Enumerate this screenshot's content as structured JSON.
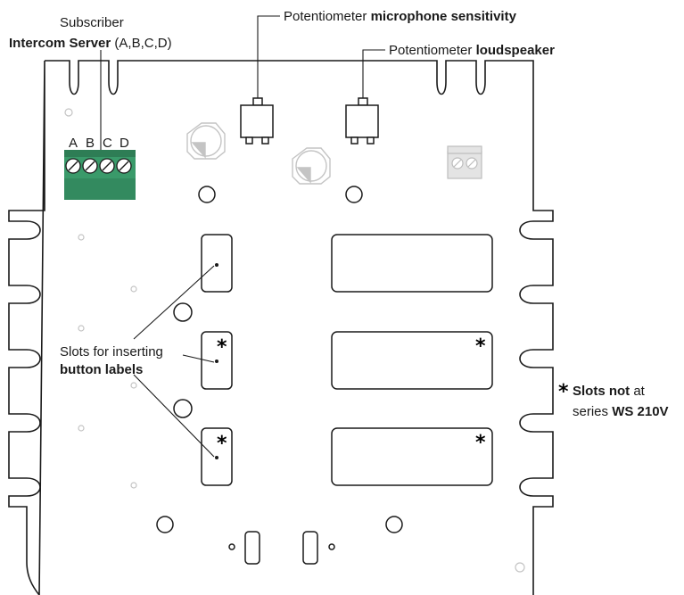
{
  "labels": {
    "subscriber": "Subscriber",
    "intercom_bold": "Intercom Server",
    "intercom_rest": " (A,B,C,D)",
    "pot_mic_prefix": "Potentiometer ",
    "pot_mic_bold": "microphone sensitivity",
    "pot_spk_prefix": "Potentiometer ",
    "pot_spk_bold": "loudspeaker",
    "slots_line1": "Slots for inserting",
    "slots_line2": "button labels",
    "note_asterisk": "*",
    "note_bold1": "Slots not",
    "note_rest1": " at",
    "note_line2a": "series ",
    "note_line2b": "WS 210V"
  },
  "terminal_letters": [
    "A",
    "B",
    "C",
    "D"
  ],
  "asterisk": "*",
  "colors": {
    "outline": "#1a1a1a",
    "terminal_green": "#3a9a6a",
    "terminal_green_dark": "#2e7d55",
    "faded": "#c4c4c4",
    "faded_fill": "#e4e4e4"
  }
}
